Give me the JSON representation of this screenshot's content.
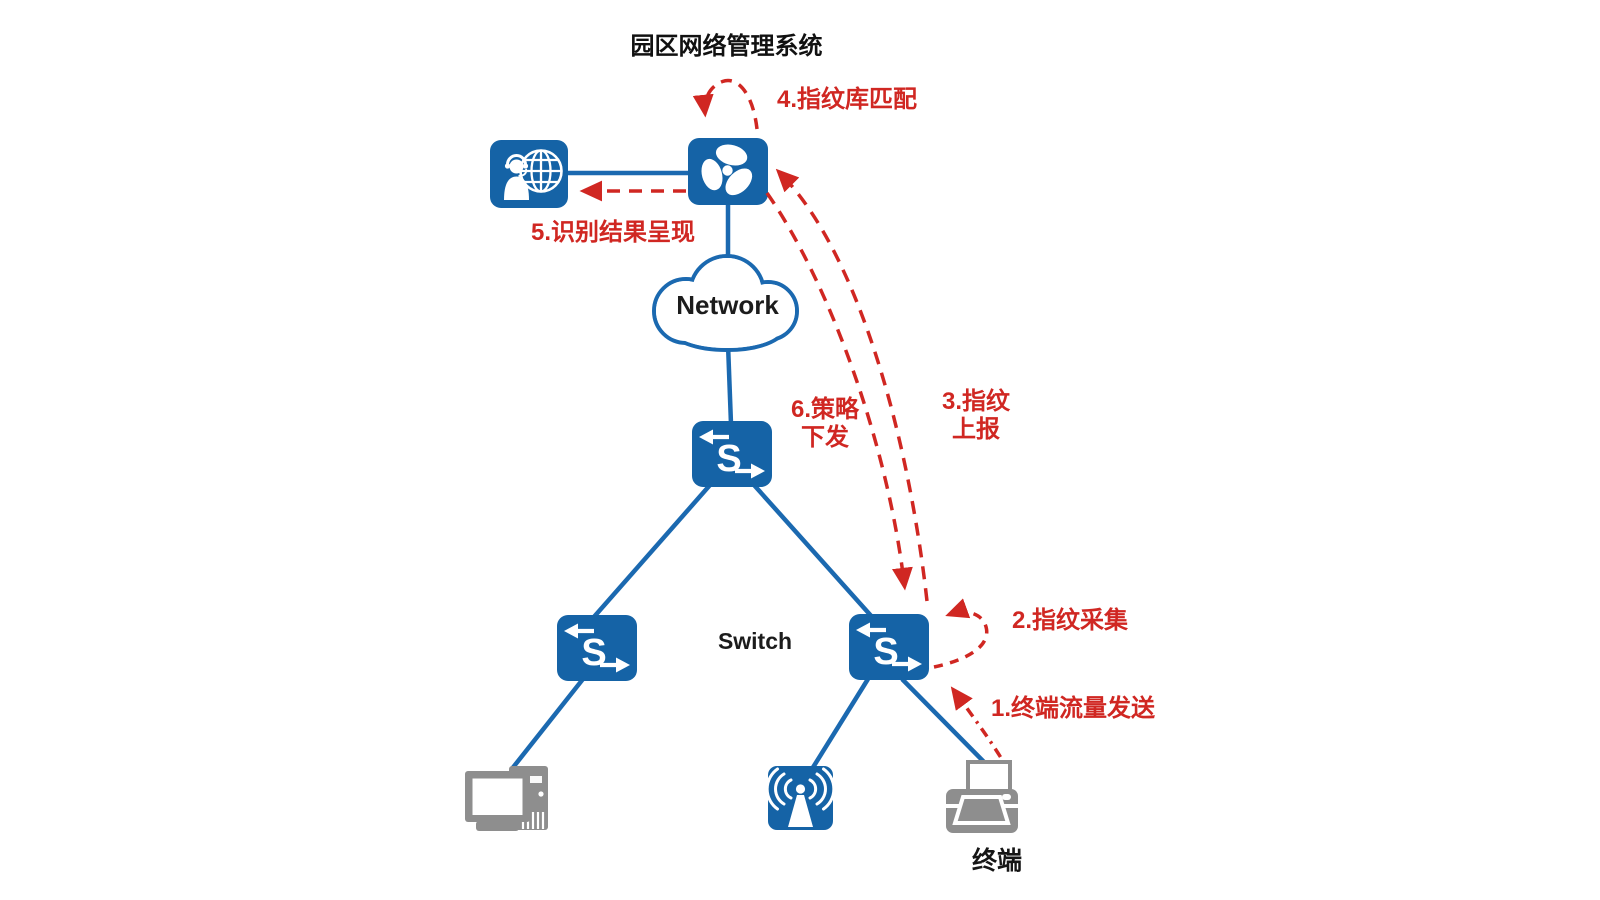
{
  "title": "园区网络管理系统",
  "diagram": {
    "cloud_label": "Network",
    "switch_label": "Switch",
    "terminal_label": "终端",
    "switch_letter": "S",
    "steps": {
      "step1": "1.终端流量发送",
      "step2": "2.指纹采集",
      "step3_line1": "3.指纹",
      "step3_line2": "上报",
      "step4": "4.指纹库匹配",
      "step5": "5.识别结果呈现",
      "step6_line1": "6.策略",
      "step6_line2": "下发"
    },
    "colors": {
      "icon_blue": "#1563a6",
      "line_blue": "#1b69b0",
      "arrow_red": "#d02722",
      "device_gray": "#8e8e8e"
    }
  }
}
